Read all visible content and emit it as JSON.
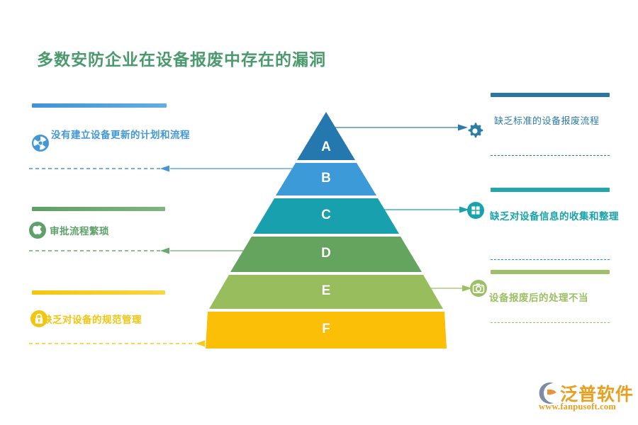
{
  "page": {
    "title": "多数安防企业在设备报废中存在的漏洞",
    "title_color": "#4a9a6e",
    "background": "#ffffff"
  },
  "pyramid": {
    "name": "six-level-pyramid",
    "levels": [
      {
        "label": "A",
        "color": "#2578ae",
        "text_color": "#ffffff"
      },
      {
        "label": "B",
        "color": "#3c9ad9",
        "text_color": "#ffffff"
      },
      {
        "label": "C",
        "color": "#18a0ae",
        "text_color": "#ffffff"
      },
      {
        "label": "D",
        "color": "#64a45e",
        "text_color": "#ffffff"
      },
      {
        "label": "E",
        "color": "#98bd5c",
        "text_color": "#ffffff"
      },
      {
        "label": "F",
        "color": "#fbbf08",
        "text_color": "#ffffff"
      }
    ]
  },
  "left_items": [
    {
      "text": "没有建立设备更新的计划和流程",
      "icon": "aperture-icon",
      "color": "#4397d6",
      "bar_color": "#4397d6",
      "connects_to": "B"
    },
    {
      "text": "审批流程繁琐",
      "icon": "apple-icon",
      "color": "#5fa06b",
      "bar_color": "#6aa86f",
      "connects_to": "D"
    },
    {
      "text": "缺乏对设备的规范管理",
      "icon": "lock-icon",
      "color": "#f2c50f",
      "bar_color": "#f6ca1a",
      "connects_to": "F"
    }
  ],
  "right_items": [
    {
      "text": "缺乏标准的设备报废流程",
      "icon": "gear-icon",
      "color": "#2d7ba8",
      "bar_color": "#2878a4",
      "connects_to": "A"
    },
    {
      "text": "缺乏对设备信息的收集和整理",
      "icon": "windows-grid-icon",
      "color": "#16a3ab",
      "bar_color": "#21a7ac",
      "connects_to": "C"
    },
    {
      "text": "设备报废后的处理不当",
      "icon": "camera-icon",
      "color": "#9cbf63",
      "bar_color": "#9fc068",
      "connects_to": "E"
    }
  ],
  "logo": {
    "name": "fanpu-software-logo",
    "text": "泛普软件",
    "url": "www.fanpusoft.com",
    "text_color": "#e8a020",
    "mark_color": "#7d8ba6",
    "mark_accent": "#e8903a"
  }
}
